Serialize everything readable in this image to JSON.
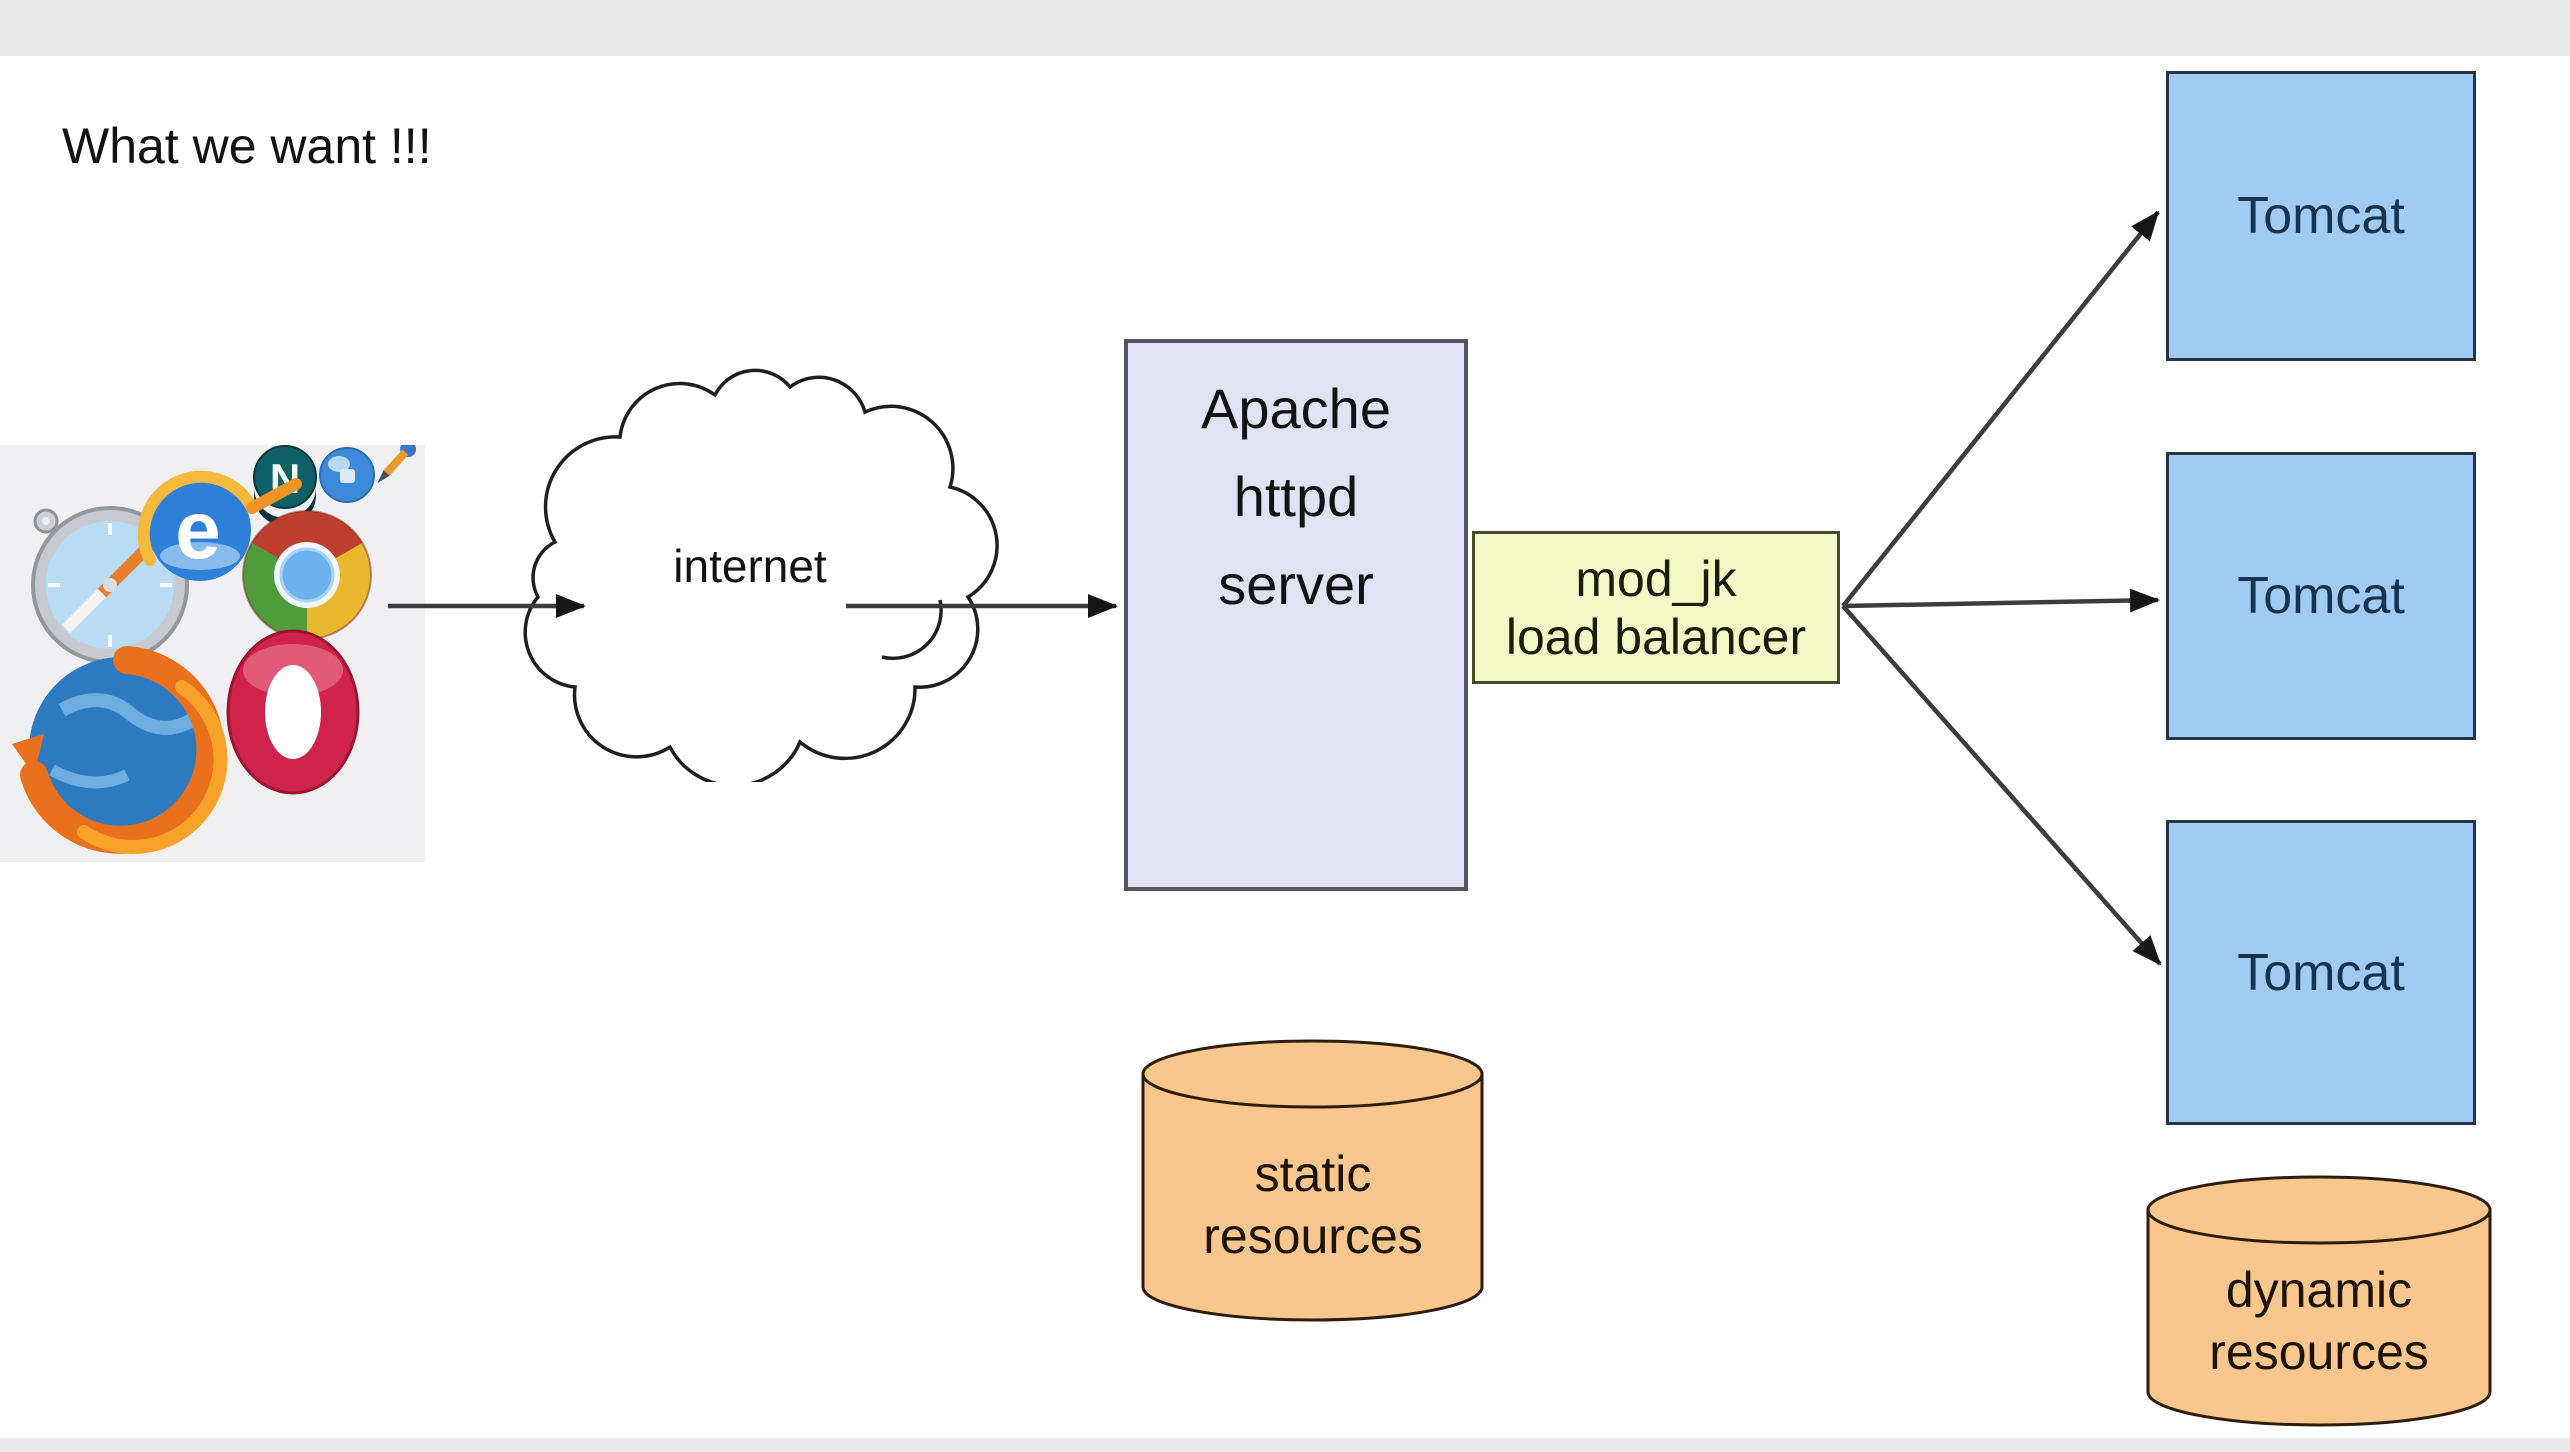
{
  "page": {
    "title": "What we want !!!"
  },
  "diagram": {
    "internet": {
      "label": "internet"
    },
    "apache": {
      "label": "Apache\nhttpd\nserver"
    },
    "modjk": {
      "label": "mod_jk\nload balancer"
    },
    "tomcats": [
      {
        "label": "Tomcat"
      },
      {
        "label": "Tomcat"
      },
      {
        "label": "Tomcat"
      }
    ],
    "static_db": {
      "label": "static\nresources"
    },
    "dynamic_db": {
      "label": "dynamic\nresources"
    }
  },
  "icons": {
    "browser_cluster": [
      "safari-icon",
      "internet-explorer-icon",
      "netscape-icon",
      "globe-icon",
      "quill-icon",
      "chrome-icon",
      "opera-icon",
      "firefox-icon"
    ]
  },
  "colors": {
    "page_bg": "#ffffff",
    "top_bar": "#e8e8e8",
    "bottom_bar": "#ececec",
    "apache_fill": "#e2e2f4",
    "apache_border": "#55555e",
    "modjk_fill": "#f4f8c6",
    "modjk_border": "#464a2c",
    "tomcat_fill": "#a2cbf3",
    "tomcat_border": "#263545",
    "tomcat_text": "#173350",
    "db_fill": "#f9c68e",
    "db_border": "#2c1d0d",
    "arrow": "#3d3d3d",
    "text": "#121212",
    "browsers_bg": "#f0eff1"
  }
}
